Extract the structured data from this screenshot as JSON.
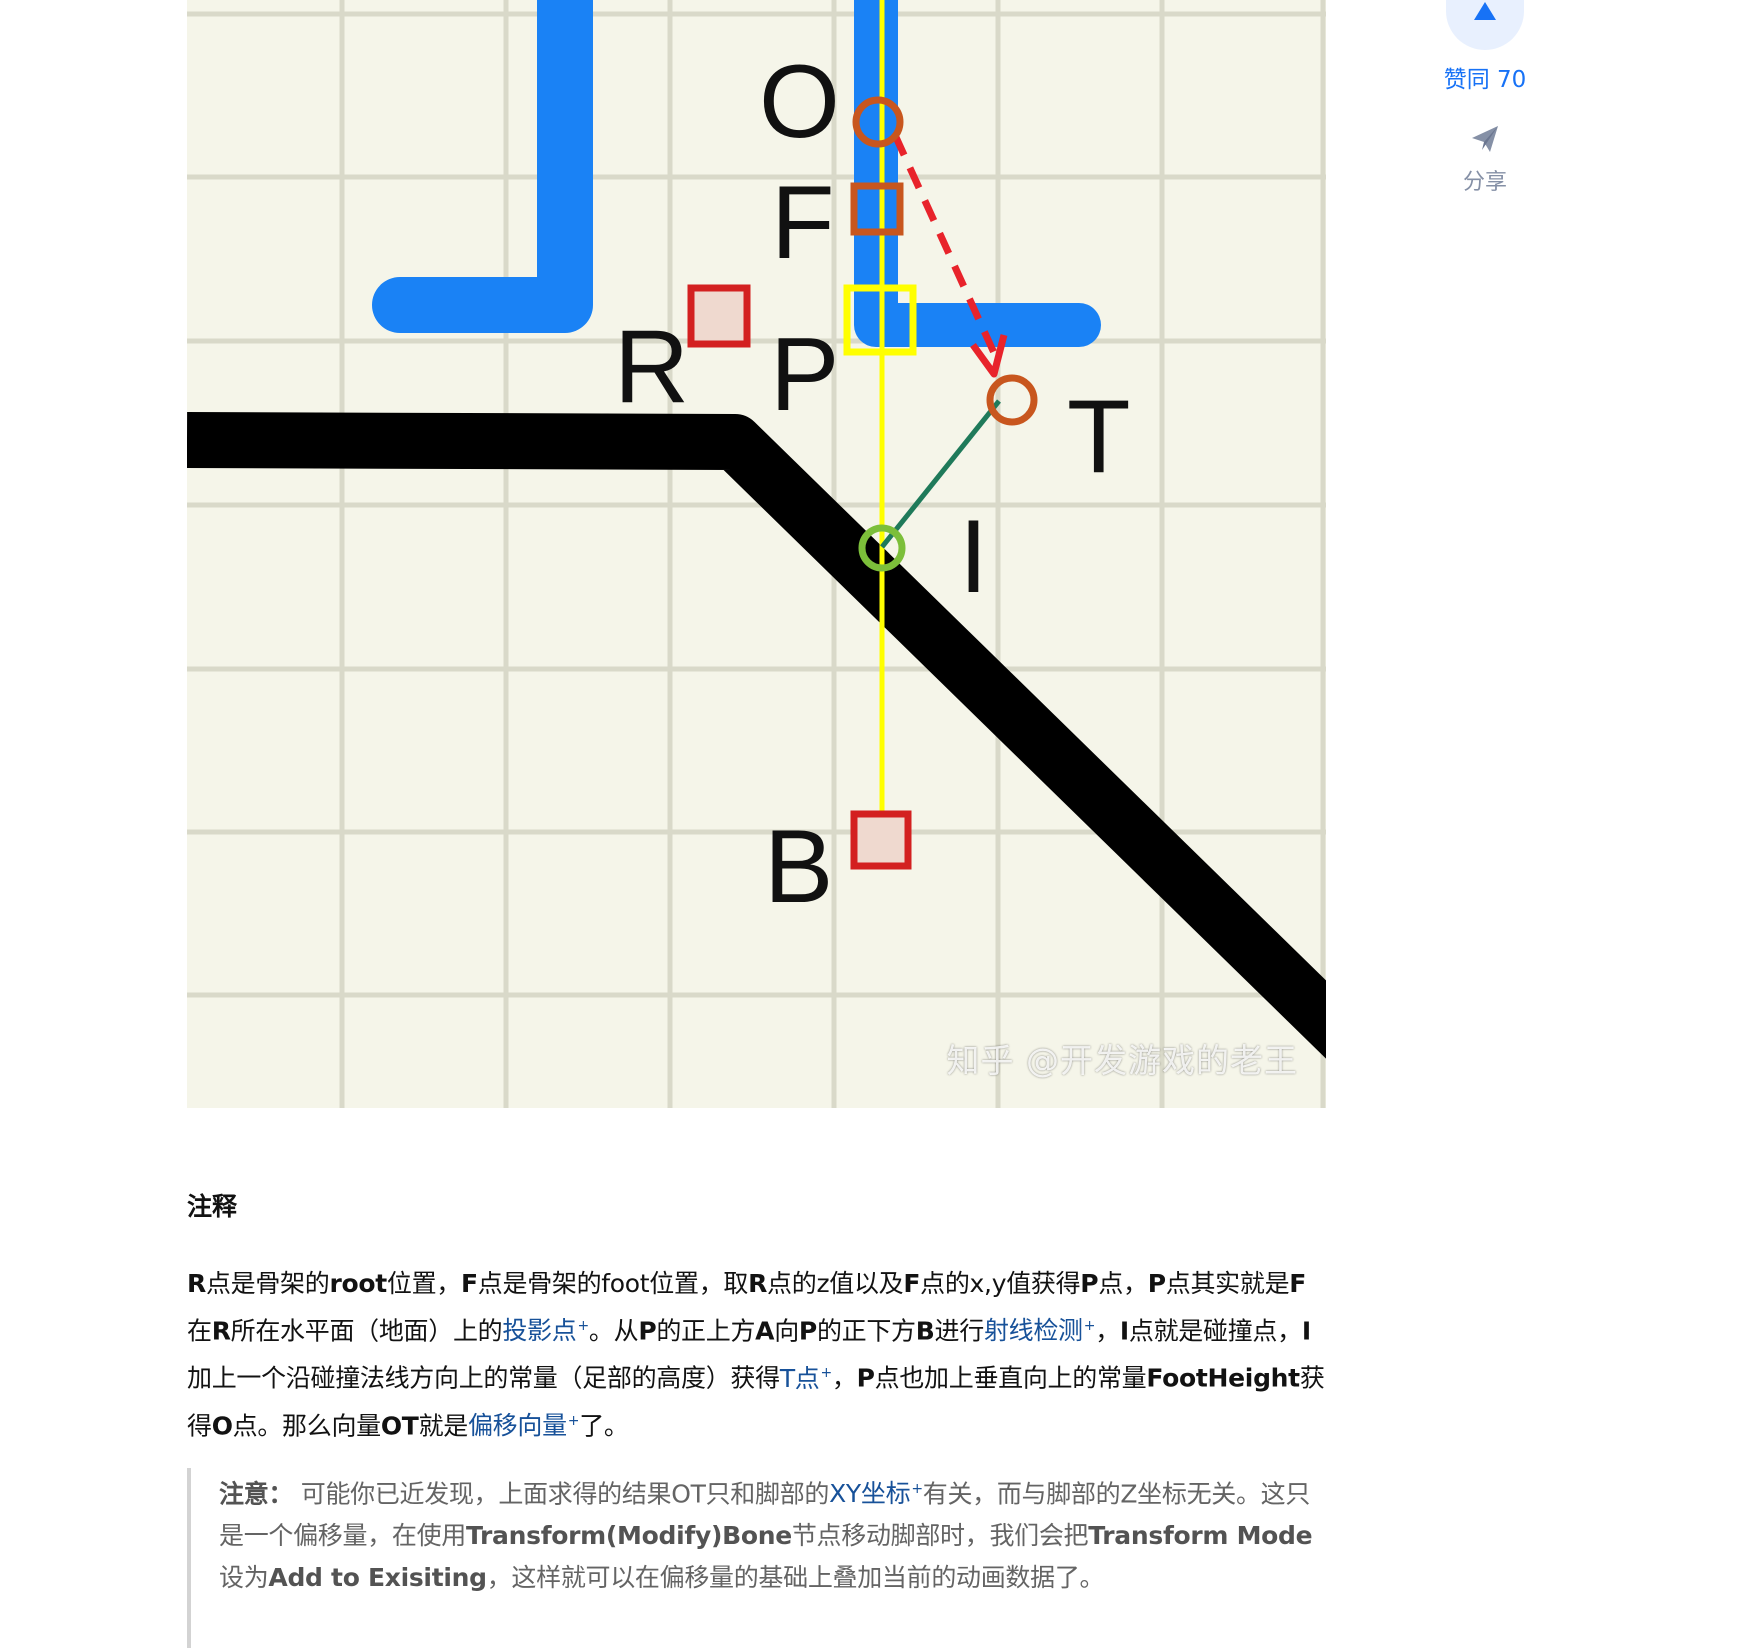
{
  "figure": {
    "labels": {
      "o": "O",
      "f": "F",
      "r": "R",
      "p": "P",
      "t": "T",
      "i": "I",
      "b": "B"
    },
    "watermark": "知乎 @开发游戏的老王",
    "colors": {
      "background": "#f5f5e9",
      "grid": "#d9d9c9",
      "skeleton": "#1a82f5",
      "ground": "#000000",
      "ray": "#ffff00",
      "red_marker": "#d32020",
      "orange_marker": "#c8561e",
      "green_marker": "#7cbf3a",
      "normal_line": "#1f7a5a"
    }
  },
  "sidebar": {
    "vote_label": "赞同 70",
    "share_label": "分享",
    "vote_icon": "triangle-up-icon",
    "share_icon": "paper-plane-icon"
  },
  "article": {
    "note_title": "注释",
    "para": {
      "r1": "R",
      "t1": "点是骨架的",
      "root": "root",
      "t2": "位置，",
      "f1": "F",
      "t3": "点是骨架的foot位置，取",
      "r2": "R",
      "t4": "点的z值以及",
      "f2": "F",
      "t5": "点的x,y值获得",
      "p1": "P",
      "t6": "点，",
      "p2": "P",
      "t7": "点其实就是",
      "f3": "F",
      "t8": "在",
      "r3": "R",
      "t9": "所在水平面（地面）上的",
      "link1": "投影点",
      "t10": "。从",
      "p3": "P",
      "t11": "的正上方",
      "a1": "A",
      "t12": "向",
      "p4": "P",
      "t13": "的正下方",
      "b1": "B",
      "t14": "进行",
      "link2": "射线检测",
      "t15": "，",
      "i1": "I",
      "t16": "点就是碰撞点，",
      "i2": "I",
      "t17": "加上一个沿碰撞法线方向上的常量（足部的高度）获得",
      "link3": "T点",
      "t18": "，",
      "p5": "P",
      "t19": "点也加上垂直向上的常量",
      "fh": "FootHeight",
      "t20": "获得",
      "o1": "O",
      "t21": "点。那么向量",
      "ot": "OT",
      "t22": "就是",
      "link4": "偏移向量",
      "t23": "了。",
      "sup": "+"
    },
    "quote": {
      "label": "注意：",
      "t1": " 可能你已近发现，上面求得的结果OT只和脚部的",
      "link": "XY坐标",
      "t2": "有关，而与脚部的Z坐标无关。这只是一个偏移量，在使用",
      "b1": "Transform(Modify)Bone",
      "t3": "节点移动脚部时，我们会把",
      "b2": "Transform Mode",
      "t4": "设为",
      "b3": "Add to Exisiting",
      "t5": "，这样就可以在偏移量的基础上叠加当前的动画数据了。"
    }
  }
}
